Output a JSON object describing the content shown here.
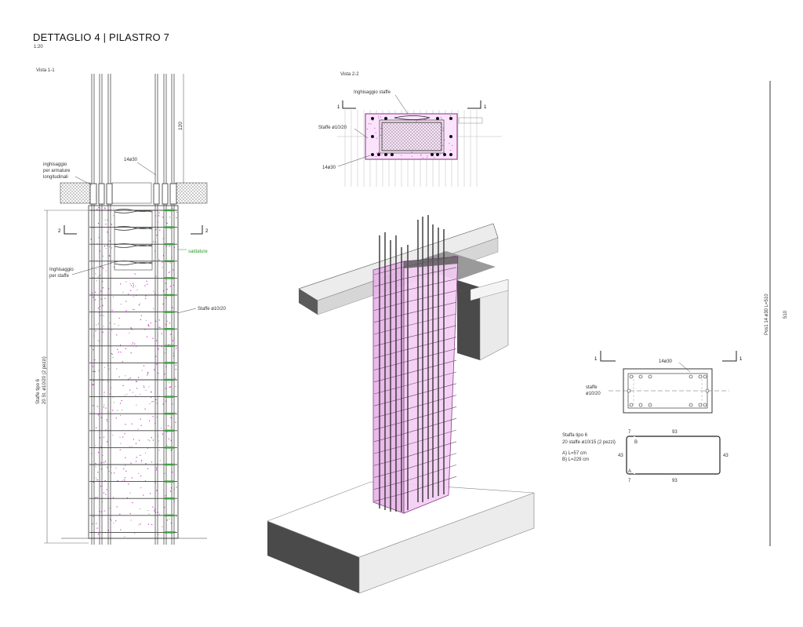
{
  "title": "DETTAGLIO 4 | PILASTRO 7",
  "scale": "1:20",
  "vista11": {
    "label": "Vista 1-1",
    "dim_top": "120",
    "bars_label": "14ø30",
    "anchor_label": [
      "inghisaggio",
      "per armature",
      "longitudinali"
    ],
    "sect_mark": "2",
    "weld_label": "saldature",
    "stirrup_anchor_label": [
      "Inghisaggio",
      "per staffe"
    ],
    "stirrups_label": "Staffe ø10/20",
    "side_label": [
      "Staffe tipo 6",
      "20 St. ø10/20 (2 pezzi)"
    ]
  },
  "vista22": {
    "label": "Vista 2-2",
    "anchor_label": "Inghisaggio staffe",
    "stirrups_label": "Staffe ø10/20",
    "bars_label": "14ø30",
    "sect_mark": "1"
  },
  "section": {
    "mark": "1",
    "bars_label": "14ø30",
    "stirrups_label": [
      "staffe",
      "ø10/20"
    ]
  },
  "stirrup_detail": {
    "title": [
      "Staffa tipo 6",
      "20 staffe ø10/15 (2 pezzi)"
    ],
    "lengths": [
      "A) L=57 cm",
      "B) L=229 cm"
    ],
    "dim_hook": "7",
    "dim_long": "93",
    "dim_short": "43",
    "tag_a": "A",
    "tag_b": "B"
  },
  "right_margin": {
    "pos_label": "Pos1 14 ø30 L=510",
    "dim": "510"
  },
  "colors": {
    "ink": "#222222",
    "concrete_dot": "#d633d6",
    "column_pink": "#f3c8f3",
    "column_edge": "#8a2c8a",
    "weld_green": "#3aa23a",
    "slab_top": "#ececec",
    "slab_side": "#4d4d4d"
  }
}
